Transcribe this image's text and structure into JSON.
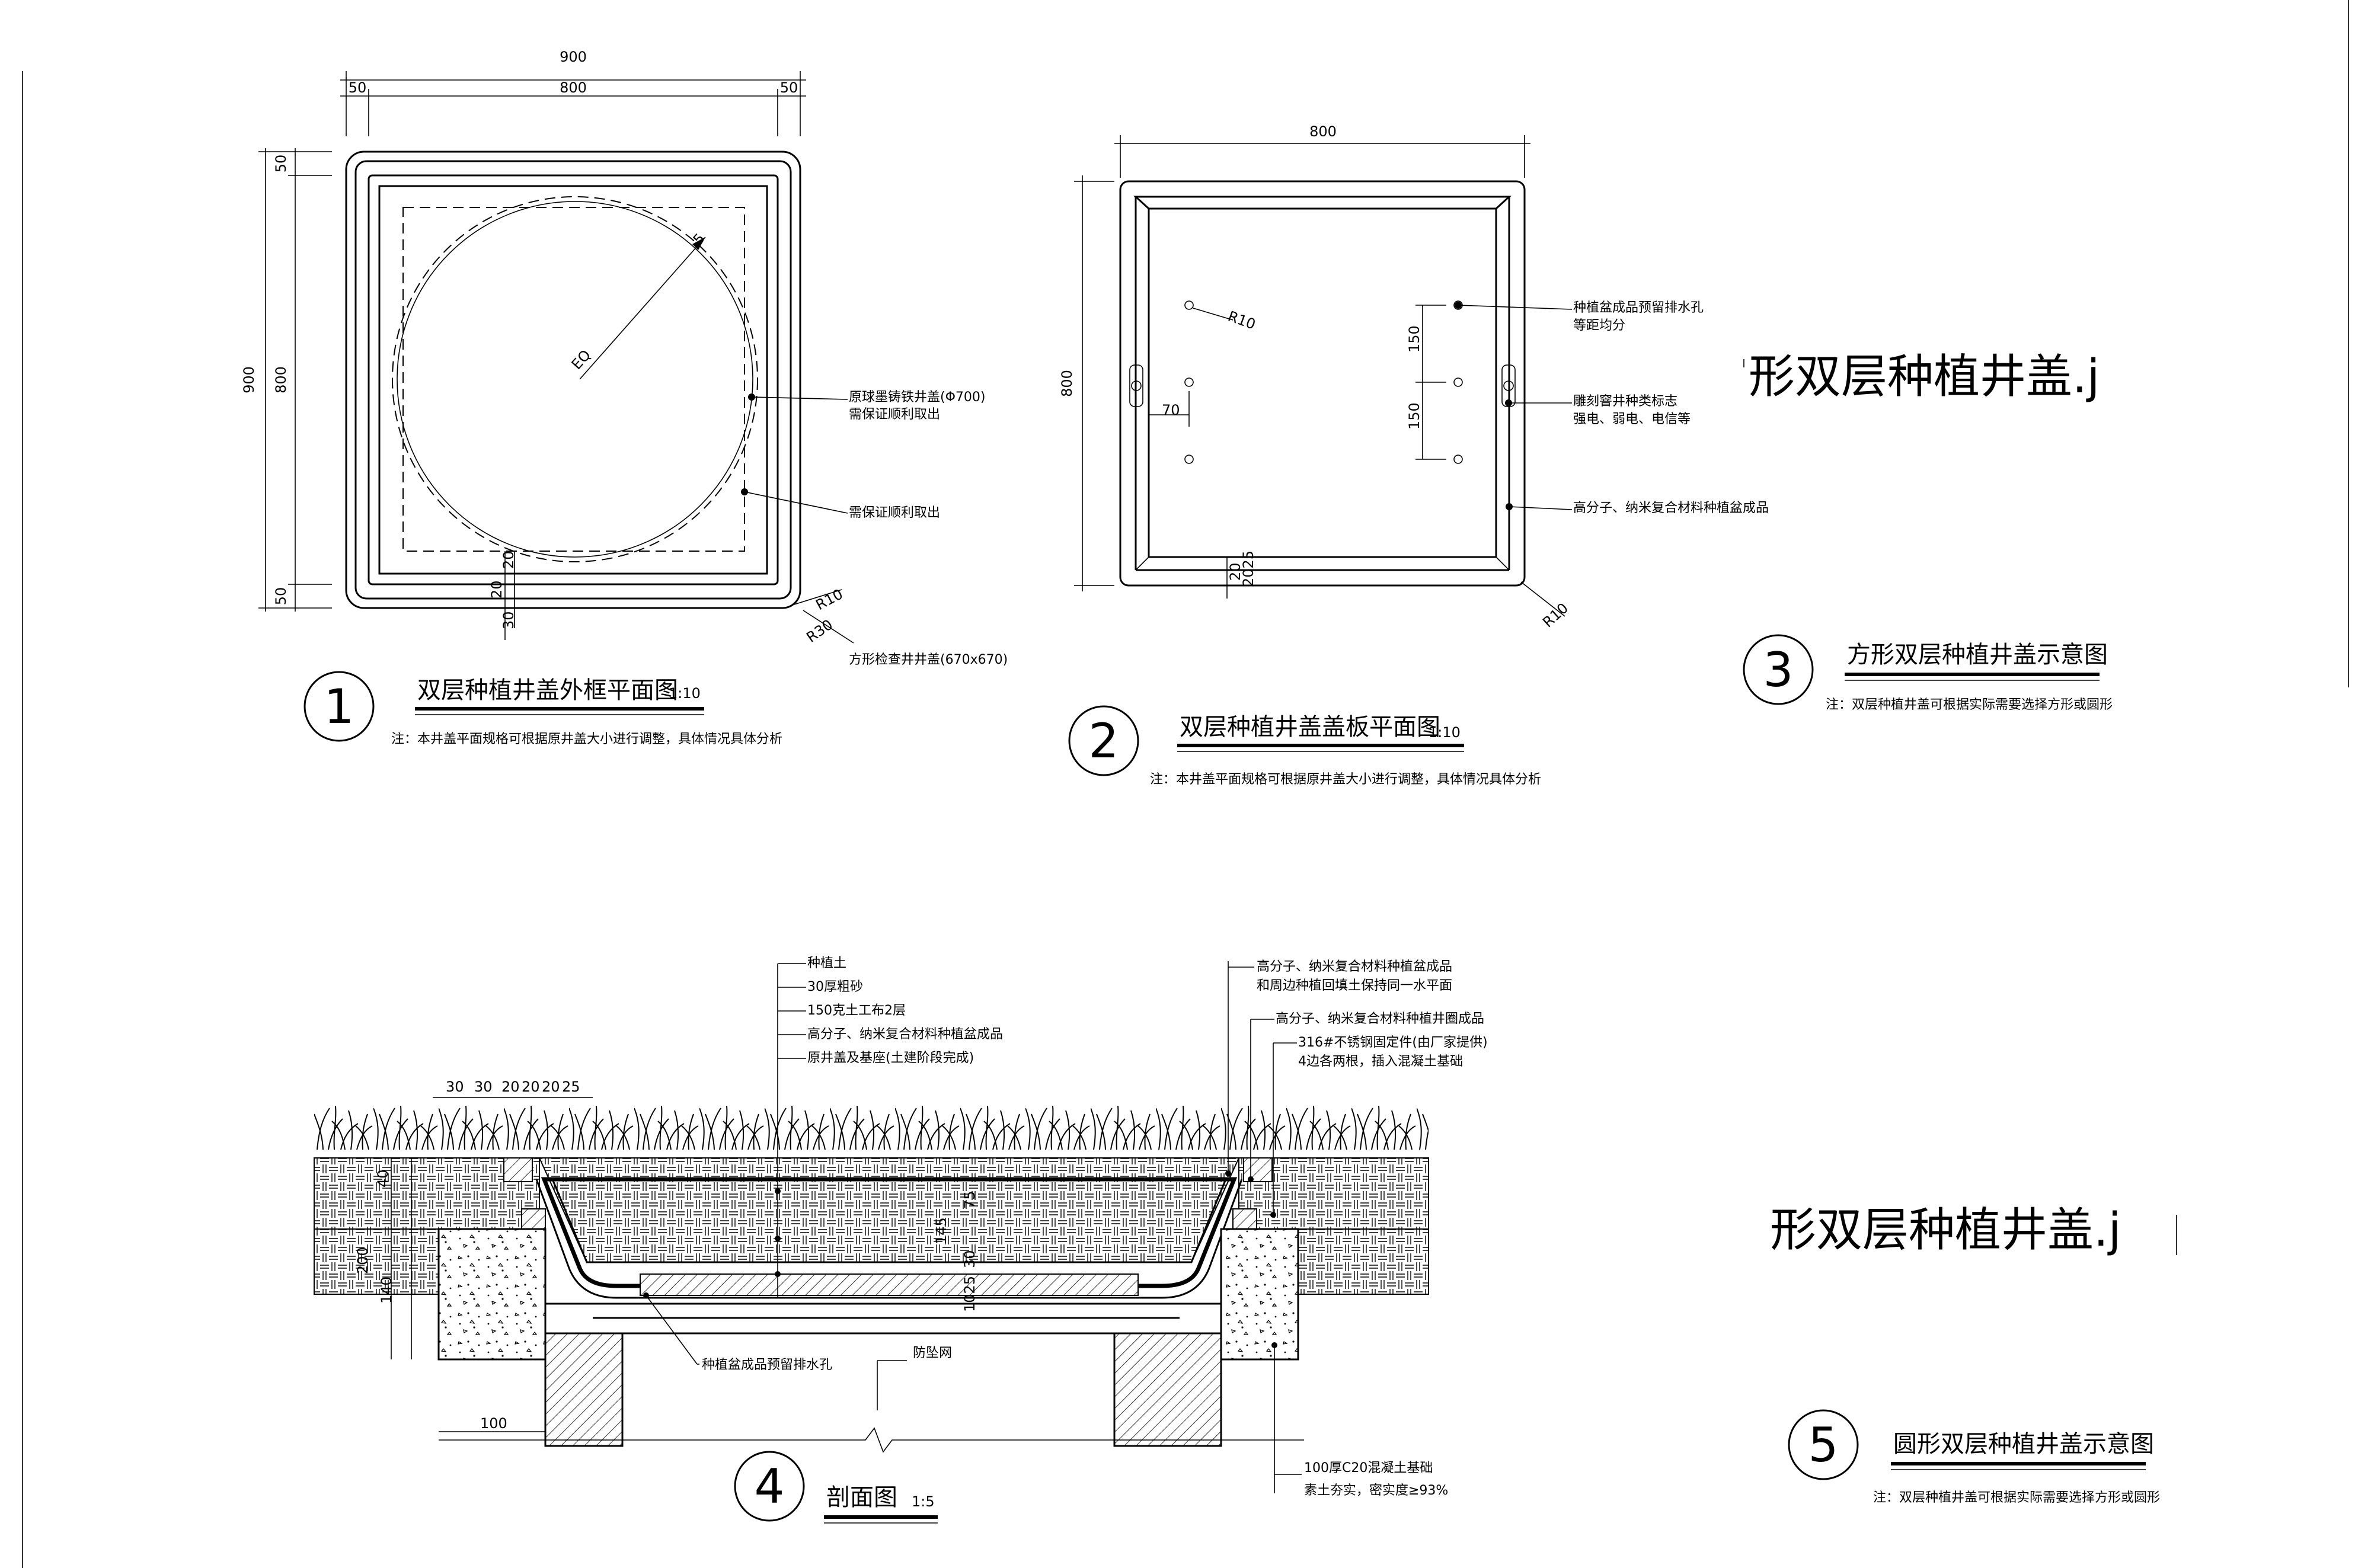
{
  "dims": {
    "d900": "900",
    "d800": "800",
    "d50": "50",
    "d30": "30",
    "d20": "20",
    "d70": "70",
    "d150": "150",
    "d40": "40",
    "d200": "200",
    "d140": "140",
    "d100": "100",
    "d25": "25",
    "d1025": "1025",
    "d145": "145",
    "d75": "75",
    "d2025": "2025"
  },
  "d1": {
    "eq": "EQ",
    "r10": "R10",
    "r30": "R30",
    "c1a": "原球墨铸铁井盖(Φ700)",
    "c1b": "需保证顺利取出",
    "c2": "需保证顺利取出",
    "c3": "方形检查井井盖(670x670)",
    "num": "1",
    "title": "双层种植井盖外框平面图",
    "scale": "1:10",
    "note": "注：本井盖平面规格可根据原井盖大小进行调整，具体情况具体分析"
  },
  "d2": {
    "r10a": "R10",
    "r10b": "R10",
    "c1a": "种植盆成品预留排水孔",
    "c1b": "等距均分",
    "c2a": "雕刻窨井种类标志",
    "c2b": "强电、弱电、电信等",
    "c3": "高分子、纳米复合材料种植盆成品",
    "num": "2",
    "title": "双层种植井盖盖板平面图",
    "scale": "1:10",
    "note": "注：本井盖平面规格可根据原井盖大小进行调整，具体情况具体分析"
  },
  "d3": {
    "big": "形双层种植井盖.j",
    "num": "3",
    "title": "方形双层种植井盖示意图",
    "note": "注：双层种植井盖可根据实际需要选择方形或圆形"
  },
  "d4": {
    "l1": "种植土",
    "l2": "30厚粗砂",
    "l3": "150克土工布2层",
    "l4": "高分子、纳米复合材料种植盆成品",
    "l5": "原井盖及基座(土建阶段完成)",
    "r1a": "高分子、纳米复合材料种植盆成品",
    "r1b": "和周边种植回填土保持同一水平面",
    "r2": "高分子、纳米复合材料种植井圈成品",
    "r3a": "316#不锈钢固定件(由厂家提供)",
    "r3b": "4边各两根，插入混凝土基础",
    "drain": "种植盆成品预留排水孔",
    "net": "防坠网",
    "b1": "100厚C20混凝土基础",
    "b2": "素土夯实，密实度≥93%",
    "num": "4",
    "title": "剖面图",
    "scale": "1:5"
  },
  "d5": {
    "big": "形双层种植井盖.j",
    "num": "5",
    "title": "圆形双层种植井盖示意图",
    "note": "注：双层种植井盖可根据实际需要选择方形或圆形"
  }
}
